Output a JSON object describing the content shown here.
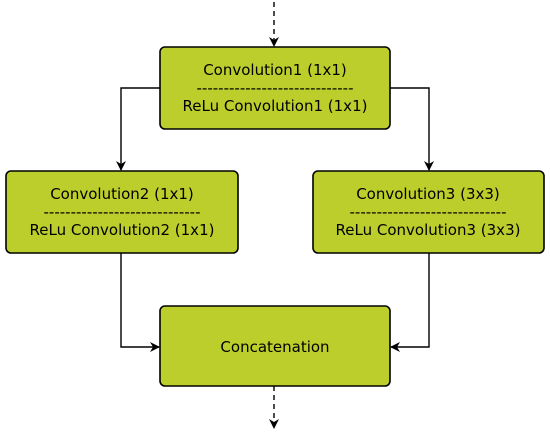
{
  "nodes": {
    "conv1": {
      "title": "Convolution1 (1x1)",
      "separator": "-----------------------------",
      "subtitle": "ReLu Convolution1 (1x1)"
    },
    "conv2": {
      "title": "Convolution2 (1x1)",
      "separator": "-----------------------------",
      "subtitle": "ReLu Convolution2 (1x1)"
    },
    "conv3": {
      "title": "Convolution3 (3x3)",
      "separator": "-----------------------------",
      "subtitle": "ReLu Convolution3 (3x3)"
    },
    "concat": {
      "title": "Concatenation"
    }
  },
  "colors": {
    "node_fill": "#bcce2b",
    "stroke": "#000000"
  }
}
